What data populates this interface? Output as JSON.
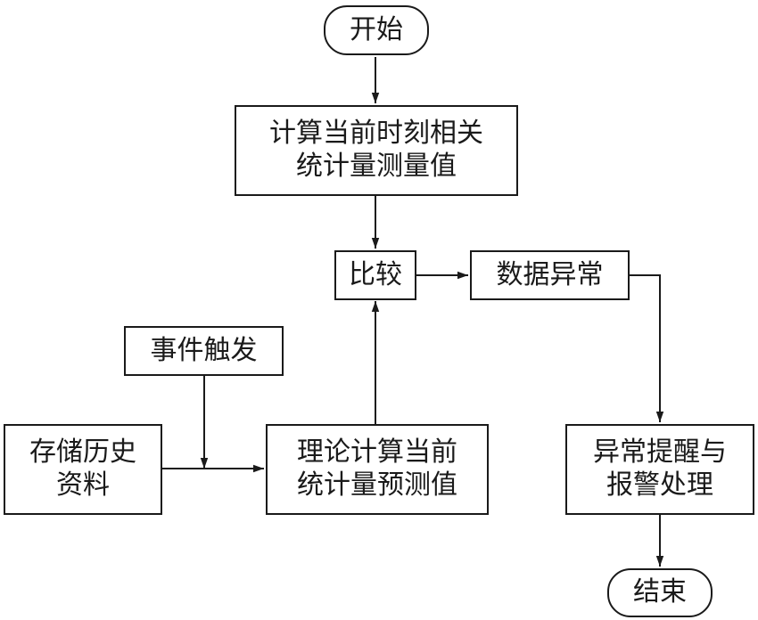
{
  "nodes": {
    "start": {
      "label": "开始"
    },
    "compute_current": {
      "lines": [
        "计算当前时刻相关",
        "统计量测量值"
      ]
    },
    "compare": {
      "label": "比较"
    },
    "data_anomaly": {
      "label": "数据异常"
    },
    "event_trigger": {
      "label": "事件触发"
    },
    "history_storage": {
      "lines": [
        "存储历史",
        "资料"
      ]
    },
    "theory_prediction": {
      "lines": [
        "理论计算当前",
        "统计量预测值"
      ]
    },
    "alarm_handling": {
      "lines": [
        "异常提醒与",
        "报警处理"
      ]
    },
    "end": {
      "label": "结束"
    }
  },
  "edges": [
    {
      "from": "start",
      "to": "compute_current"
    },
    {
      "from": "compute_current",
      "to": "compare"
    },
    {
      "from": "compare",
      "to": "data_anomaly"
    },
    {
      "from": "data_anomaly",
      "to": "alarm_handling"
    },
    {
      "from": "alarm_handling",
      "to": "end"
    },
    {
      "from": "history_storage",
      "to": "theory_prediction"
    },
    {
      "from": "event_trigger",
      "to": "theory_prediction"
    },
    {
      "from": "theory_prediction",
      "to": "compare"
    }
  ]
}
